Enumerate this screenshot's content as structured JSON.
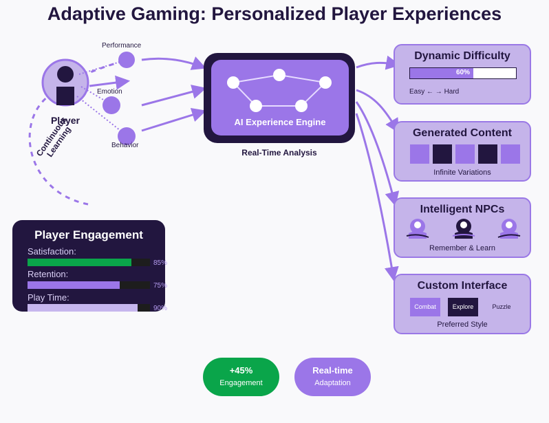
{
  "title": "Adaptive Gaming: Personalized Player Experiences",
  "player": {
    "label": "Player",
    "inputs": [
      "Performance",
      "Emotion",
      "Behavior"
    ],
    "loop_label_1": "Continuous",
    "loop_label_2": "Learning"
  },
  "engine": {
    "label": "AI Experience Engine",
    "caption": "Real-Time Analysis"
  },
  "cards": {
    "difficulty": {
      "title": "Dynamic Difficulty",
      "value_label": "60%",
      "value": 0.6,
      "scale": "Easy ← → Hard"
    },
    "content": {
      "title": "Generated Content",
      "caption": "Infinite Variations"
    },
    "npcs": {
      "title": "Intelligent NPCs",
      "caption": "Remember & Learn"
    },
    "interface": {
      "title": "Custom Interface",
      "options": [
        "Combat",
        "Explore",
        "Puzzle"
      ],
      "caption": "Preferred Style"
    }
  },
  "engagement": {
    "title": "Player Engagement",
    "metrics": [
      {
        "label": "Satisfaction:",
        "value": 85,
        "display": "85%",
        "color": "#0aa54a"
      },
      {
        "label": "Retention:",
        "value": 75,
        "display": "75%",
        "color": "#9b76e8"
      },
      {
        "label": "Play Time:",
        "value": 90,
        "display": "90%",
        "color": "#c6b6ee"
      }
    ]
  },
  "stats": [
    {
      "value": "+45%",
      "label": "Engagement",
      "color": "#0aa54a"
    },
    {
      "value": "Real-time",
      "label": "Adaptation",
      "color": "#9b76e8"
    }
  ],
  "colors": {
    "dark": "#22163f",
    "purple": "#9b76e8",
    "light": "#c5b4ea",
    "green": "#0aa54a"
  }
}
